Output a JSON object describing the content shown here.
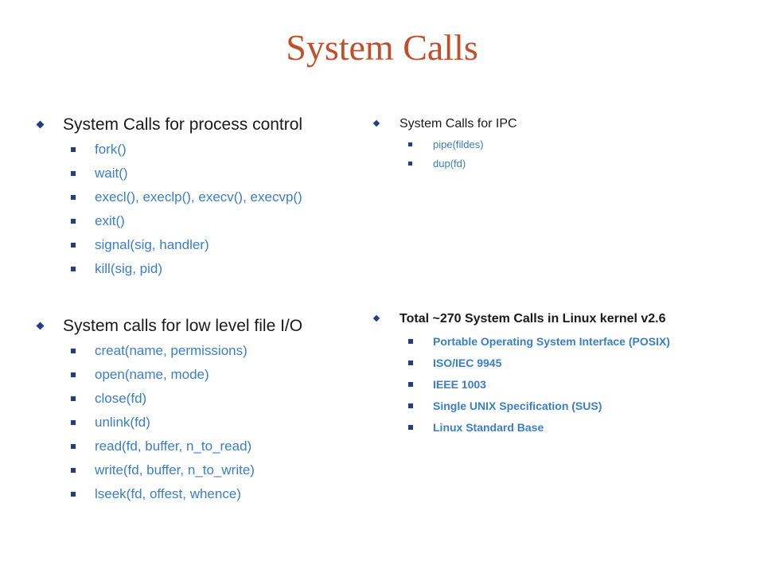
{
  "slide": {
    "title": "System Calls",
    "title_color": "#c0502a",
    "bullet_color": "#1f3f8a",
    "subitem_color": "#3a7ec9",
    "left": {
      "process_control": {
        "heading": "System Calls for process control",
        "items": [
          "fork()",
          "wait()",
          "execl(), execlp(), execv(), execvp()",
          "exit()",
          "signal(sig, handler)",
          "kill(sig, pid)"
        ]
      },
      "file_io": {
        "heading": "System calls for low level file I/O",
        "items": [
          "creat(name, permissions)",
          "open(name, mode)",
          "close(fd)",
          "unlink(fd)",
          "read(fd, buffer, n_to_read)",
          "write(fd, buffer, n_to_write)",
          "lseek(fd, offest, whence)"
        ]
      }
    },
    "right": {
      "ipc": {
        "heading": "System Calls for IPC",
        "items": [
          "pipe(fildes)",
          "dup(fd)"
        ]
      },
      "linux": {
        "heading": "Total ~270 System Calls in Linux kernel v2.6",
        "items": [
          "Portable Operating System Interface (POSIX)",
          "ISO/IEC 9945",
          "IEEE 1003",
          "Single UNIX Specification (SUS)",
          "Linux Standard Base"
        ]
      }
    }
  }
}
